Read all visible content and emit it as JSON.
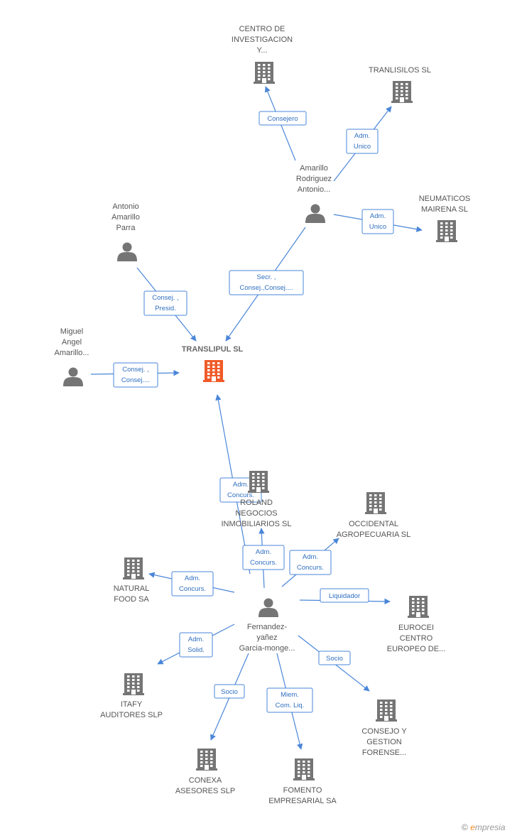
{
  "colors": {
    "node": "#757575",
    "main_node": "#f05a28",
    "edge": "#4a86d8",
    "edge_text": "#2f6fc0"
  },
  "nodes": [
    {
      "id": "translipul",
      "type": "company",
      "main": true,
      "label": [
        "TRANSLIPUL SL"
      ]
    },
    {
      "id": "centro",
      "type": "company",
      "label": [
        "CENTRO DE",
        "INVESTIGACION",
        "Y..."
      ]
    },
    {
      "id": "tranlisilos",
      "type": "company",
      "label": [
        "TRANLISILOS SL"
      ]
    },
    {
      "id": "neumaticos",
      "type": "company",
      "label": [
        "NEUMATICOS",
        "MAIRENA SL"
      ]
    },
    {
      "id": "amarillo_rod",
      "type": "person",
      "label": [
        "Amarillo",
        "Rodriguez",
        "Antonio..."
      ]
    },
    {
      "id": "antonio_parra",
      "type": "person",
      "label": [
        "Antonio",
        "Amarillo",
        "Parra"
      ]
    },
    {
      "id": "miguel",
      "type": "person",
      "label": [
        "Miguel",
        "Angel",
        "Amarillo..."
      ]
    },
    {
      "id": "roland",
      "type": "company",
      "label": [
        "ROLAND",
        "NEGOCIOS",
        "INMOBILIARIOS SL"
      ]
    },
    {
      "id": "occidental",
      "type": "company",
      "label": [
        "OCCIDENTAL",
        "AGROPECUARIA SL"
      ]
    },
    {
      "id": "natural",
      "type": "company",
      "label": [
        "NATURAL",
        "FOOD SA"
      ]
    },
    {
      "id": "fernandez",
      "type": "person",
      "label": [
        "Fernandez-",
        "yañez",
        "Garcia-monge..."
      ]
    },
    {
      "id": "eurocei",
      "type": "company",
      "label": [
        "EUROCEI",
        "CENTRO",
        "EUROPEO DE..."
      ]
    },
    {
      "id": "itafy",
      "type": "company",
      "label": [
        "ITAFY",
        "AUDITORES SLP"
      ]
    },
    {
      "id": "consejo",
      "type": "company",
      "label": [
        "CONSEJO Y",
        "GESTION",
        "FORENSE..."
      ]
    },
    {
      "id": "conexa",
      "type": "company",
      "label": [
        "CONEXA",
        "ASESORES SLP"
      ]
    },
    {
      "id": "fomento",
      "type": "company",
      "label": [
        "FOMENTO",
        "EMPRESARIAL SA"
      ]
    }
  ],
  "edges": [
    {
      "from": "amarillo_rod",
      "to": "centro",
      "label": [
        "Consejero"
      ]
    },
    {
      "from": "amarillo_rod",
      "to": "tranlisilos",
      "label": [
        "Adm.",
        "Unico"
      ]
    },
    {
      "from": "amarillo_rod",
      "to": "neumaticos",
      "label": [
        "Adm.",
        "Unico"
      ]
    },
    {
      "from": "amarillo_rod",
      "to": "translipul",
      "label": [
        "Secr. ,",
        "Consej.,Consej...."
      ]
    },
    {
      "from": "antonio_parra",
      "to": "translipul",
      "label": [
        "Consej. ,",
        "Presid."
      ]
    },
    {
      "from": "miguel",
      "to": "translipul",
      "label": [
        "Consej. ,",
        "Consej...."
      ]
    },
    {
      "from": "fernandez",
      "to": "translipul",
      "label": [
        "Adm.",
        "Concurs."
      ]
    },
    {
      "from": "fernandez",
      "to": "roland",
      "label": [
        "Adm.",
        "Concurs."
      ]
    },
    {
      "from": "fernandez",
      "to": "occidental",
      "label": [
        "Adm.",
        "Concurs."
      ]
    },
    {
      "from": "fernandez",
      "to": "natural",
      "label": [
        "Adm.",
        "Concurs."
      ]
    },
    {
      "from": "fernandez",
      "to": "eurocei",
      "label": [
        "Liquidador"
      ]
    },
    {
      "from": "fernandez",
      "to": "itafy",
      "label": [
        "Adm.",
        "Solid."
      ]
    },
    {
      "from": "fernandez",
      "to": "consejo",
      "label": [
        "Socio"
      ]
    },
    {
      "from": "fernandez",
      "to": "conexa",
      "label": [
        "Socio"
      ]
    },
    {
      "from": "fernandez",
      "to": "fomento",
      "label": [
        "Miem.",
        "Com. Liq."
      ]
    }
  ],
  "footer": {
    "copyright": "©",
    "brand_e": "e",
    "brand_rest": "mpresia"
  }
}
